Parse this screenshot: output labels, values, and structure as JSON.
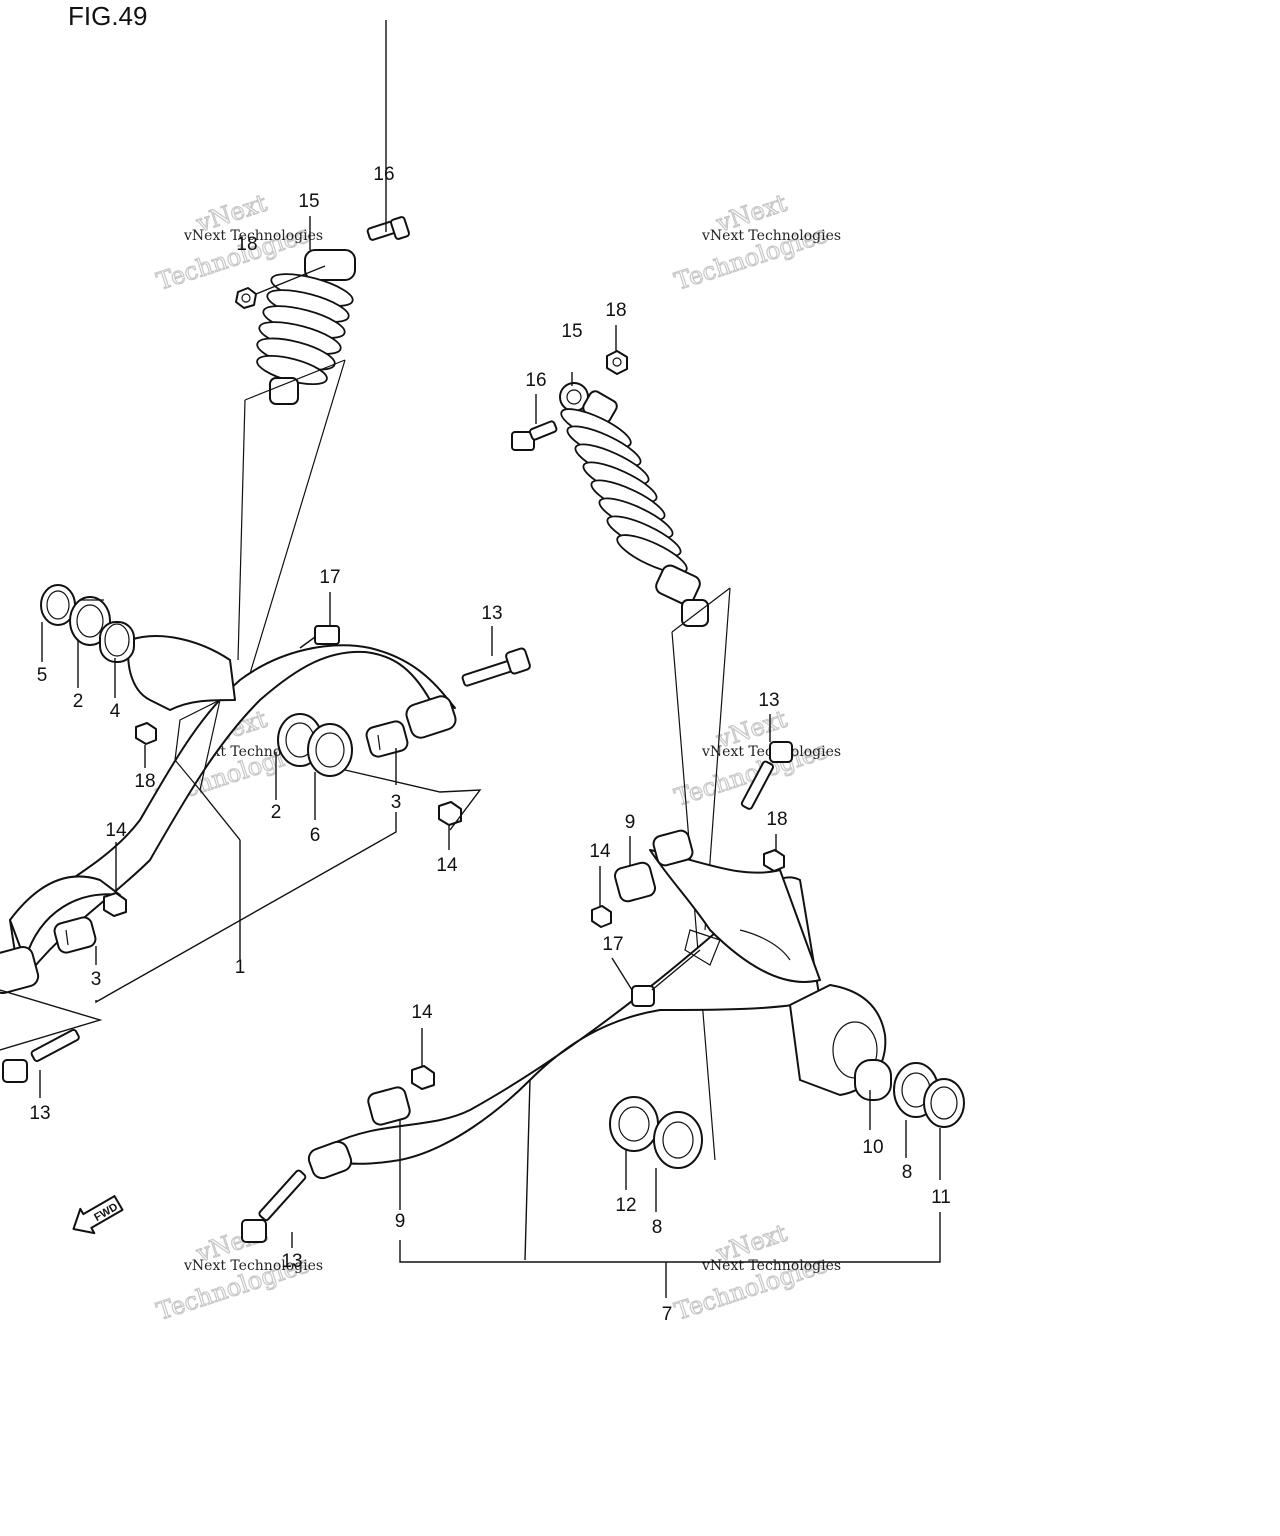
{
  "figure": {
    "title": "FIG.49"
  },
  "watermark": {
    "line1": "vNext Technologies",
    "line2": "vNext",
    "line3": "Technologies"
  },
  "fwd_label": "FWD",
  "callouts": [
    {
      "id": "c1",
      "text": "16"
    },
    {
      "id": "c2",
      "text": "15"
    },
    {
      "id": "c3",
      "text": "18"
    },
    {
      "id": "c4",
      "text": "18"
    },
    {
      "id": "c5",
      "text": "15"
    },
    {
      "id": "c6",
      "text": "16"
    },
    {
      "id": "c7",
      "text": "17"
    },
    {
      "id": "c8",
      "text": "13"
    },
    {
      "id": "c9",
      "text": "5"
    },
    {
      "id": "c10",
      "text": "2"
    },
    {
      "id": "c11",
      "text": "4"
    },
    {
      "id": "c12",
      "text": "18"
    },
    {
      "id": "c13",
      "text": "2"
    },
    {
      "id": "c14",
      "text": "6"
    },
    {
      "id": "c15",
      "text": "3"
    },
    {
      "id": "c16",
      "text": "14"
    },
    {
      "id": "c17",
      "text": "14"
    },
    {
      "id": "c18",
      "text": "1"
    },
    {
      "id": "c19",
      "text": "3"
    },
    {
      "id": "c20",
      "text": "13"
    },
    {
      "id": "c21",
      "text": "13"
    },
    {
      "id": "c22",
      "text": "9"
    },
    {
      "id": "c23",
      "text": "14"
    },
    {
      "id": "c24",
      "text": "18"
    },
    {
      "id": "c25",
      "text": "17"
    },
    {
      "id": "c26",
      "text": "14"
    },
    {
      "id": "c27",
      "text": "10"
    },
    {
      "id": "c28",
      "text": "8"
    },
    {
      "id": "c29",
      "text": "11"
    },
    {
      "id": "c30",
      "text": "12"
    },
    {
      "id": "c31",
      "text": "8"
    },
    {
      "id": "c32",
      "text": "9"
    },
    {
      "id": "c33",
      "text": "13"
    },
    {
      "id": "c34",
      "text": "7"
    }
  ]
}
